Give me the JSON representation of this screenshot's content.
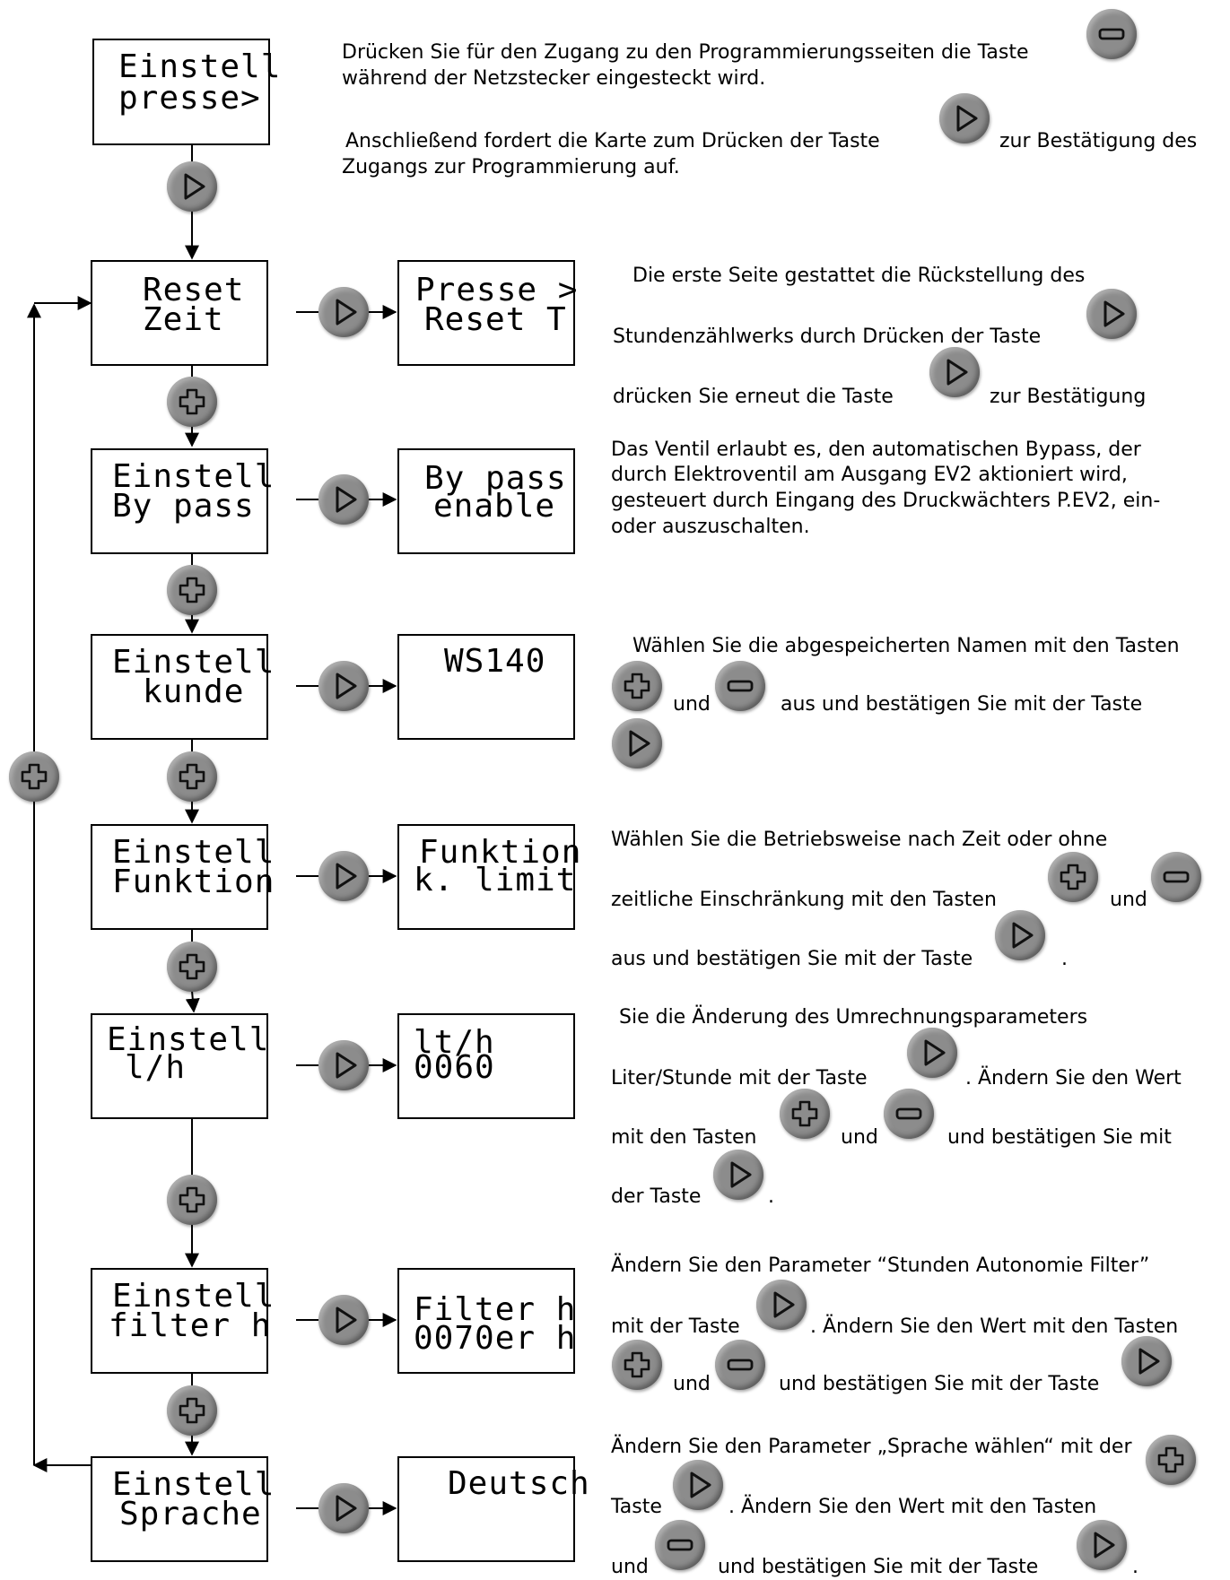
{
  "screens": {
    "access": [
      "Einstell",
      "presse>"
    ],
    "reset": [
      "Reset",
      "Zeit"
    ],
    "bypass": [
      "Einstell",
      "By pass"
    ],
    "kunde": [
      "Einstell",
      "kunde"
    ],
    "funktion": [
      "Einstell",
      "Funktion"
    ],
    "lh": [
      "Einstell",
      "l/h"
    ],
    "filter": [
      "Einstell",
      "filter h"
    ],
    "sprache": [
      "Einstell",
      "Sprache"
    ]
  },
  "values": {
    "reset": [
      "Presse >",
      "Reset T"
    ],
    "bypass": [
      "By pass",
      "enable"
    ],
    "kunde": [
      "WS140",
      ""
    ],
    "funktion": [
      "Funktion",
      "k. limit"
    ],
    "lh": [
      "lt/h",
      "0060"
    ],
    "filter": [
      "Filter h",
      "0070er h"
    ],
    "sprache": [
      "Deutsch",
      ""
    ]
  },
  "text": {
    "access_1": "Drücken Sie für den Zugang zu den Programmierungsseiten die Taste",
    "access_2": "während der Netzstecker eingesteckt wird.",
    "access_3": "Anschließend fordert die Karte zum Drücken der Taste",
    "access_4": "zur Bestätigung des",
    "access_5": "Zugangs zur Programmierung auf.",
    "reset_1": "Die erste Seite gestattet die Rückstellung des",
    "reset_2": "Stundenzählwerks durch Drücken der Taste",
    "reset_3": "drücken Sie erneut die Taste",
    "reset_4": "zur Bestätigung",
    "bypass_1": "Das Ventil erlaubt es, den automatischen Bypass, der",
    "bypass_2": "durch Elektroventil am Ausgang EV2 aktioniert wird,",
    "bypass_3": "gesteuert durch Eingang des Druckwächters  P.EV2,  ein-",
    "bypass_4": "oder auszuschalten.",
    "kunde_1": "Wählen Sie die abgespeicherten Namen mit den Tasten",
    "kunde_2": "und",
    "kunde_3": "aus und bestätigen Sie mit der Taste",
    "funktion_1": "Wählen Sie die Betriebsweise nach Zeit oder ohne",
    "funktion_2": "zeitliche Einschränkung mit den Tasten",
    "funktion_3": "und",
    "funktion_4": "aus und bestätigen Sie mit der Taste",
    "funktion_5": ".",
    "lh_1": "Sie die Änderung des Umrechnungsparameters",
    "lh_2": "Liter/Stunde mit der Taste",
    "lh_3": ". Ändern Sie den Wert",
    "lh_4": "mit den Tasten",
    "lh_5": "und",
    "lh_6": "und bestätigen Sie mit",
    "lh_7": "der Taste",
    "lh_8": ".",
    "filter_1": "Ändern Sie den Parameter “Stunden Autonomie Filter”",
    "filter_2": "mit der Taste",
    "filter_3": ". Ändern Sie den Wert mit den Tasten",
    "filter_4": "und",
    "filter_5": "und bestätigen Sie mit der Taste",
    "sprache_1": "Ändern Sie den Parameter „Sprache wählen“ mit der",
    "sprache_2": "Taste",
    "sprache_3": ". Ändern Sie den Wert mit den Tasten",
    "sprache_4": "und",
    "sprache_5": "und bestätigen Sie mit der Taste",
    "sprache_6": "."
  },
  "colors": {
    "button": "#8c8c8c",
    "line": "#000000"
  }
}
